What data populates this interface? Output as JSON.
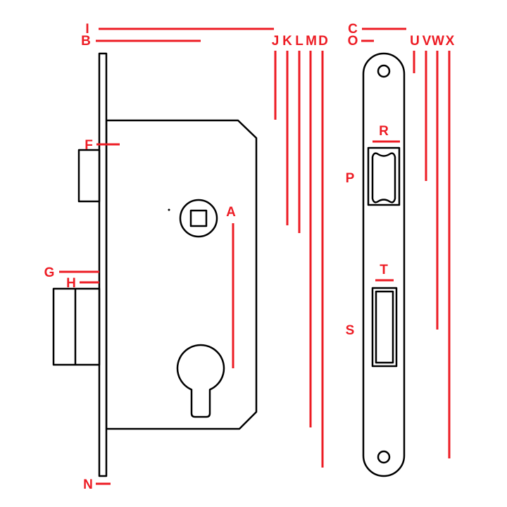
{
  "diagram": {
    "description": "Mortise sash lock dimension diagram with lettered measurement lines",
    "colors": {
      "accent": "#ed1c24",
      "outline": "#000000",
      "background": "#ffffff"
    },
    "labels": {
      "a": "A",
      "b": "B",
      "c": "C",
      "d": "D",
      "f": "F",
      "g": "G",
      "h": "H",
      "i": "I",
      "j": "J",
      "k": "K",
      "l": "L",
      "m": "M",
      "n": "N",
      "o": "O",
      "p": "P",
      "r": "R",
      "s": "S",
      "t": "T",
      "u": "U",
      "v": "V",
      "w": "W",
      "x": "X"
    }
  }
}
